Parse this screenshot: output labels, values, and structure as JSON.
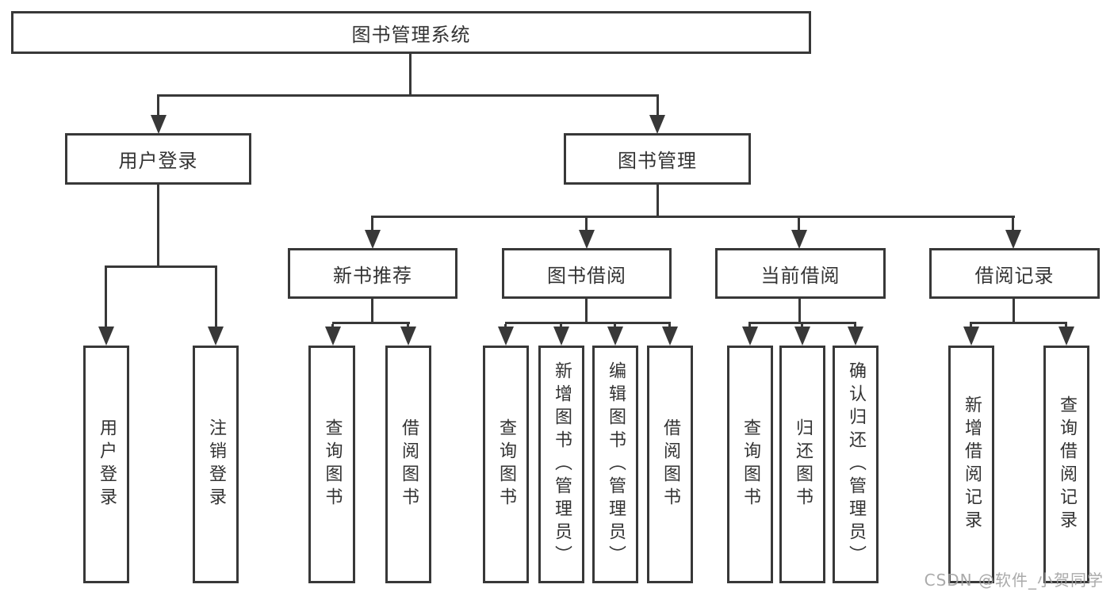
{
  "diagram": {
    "root": {
      "label": "图书管理系统"
    },
    "branches": [
      {
        "label": "用户登录",
        "children": [
          {
            "label": "用户登录"
          },
          {
            "label": "注销登录"
          }
        ]
      },
      {
        "label": "图书管理",
        "groups": [
          {
            "label": "新书推荐",
            "children": [
              {
                "label": "查询图书"
              },
              {
                "label": "借阅图书"
              }
            ]
          },
          {
            "label": "图书借阅",
            "children": [
              {
                "label": "查询图书"
              },
              {
                "label": "新增图书（管理员）"
              },
              {
                "label": "编辑图书（管理员）"
              },
              {
                "label": "借阅图书"
              }
            ]
          },
          {
            "label": "当前借阅",
            "children": [
              {
                "label": "查询图书"
              },
              {
                "label": "归还图书"
              },
              {
                "label": "确认归还（管理员）"
              }
            ]
          },
          {
            "label": "借阅记录",
            "children": [
              {
                "label": "新增借阅记录"
              },
              {
                "label": "查询借阅记录"
              }
            ]
          }
        ]
      }
    ]
  },
  "watermark": {
    "text": "CSDN @软件_小贺同学"
  },
  "colors": {
    "line": "#383838",
    "text": "#333333",
    "watermark": "#9e9e9e",
    "background": "#ffffff"
  }
}
